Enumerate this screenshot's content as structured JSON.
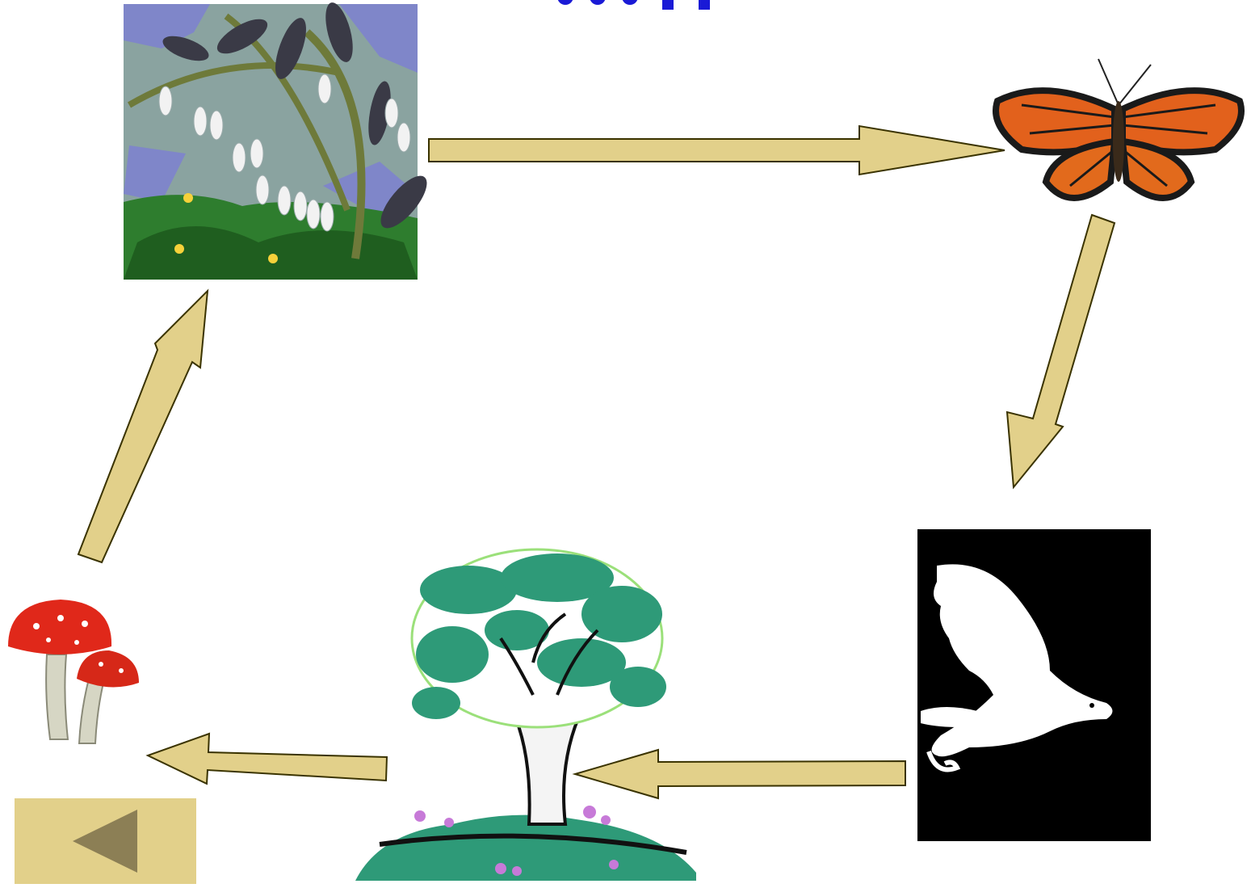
{
  "slide": {
    "colors": {
      "background": "#ffffff",
      "arrow_fill": "#e2d08a",
      "arrow_stroke": "#3a3300",
      "title_color": "#1a1ad6",
      "button_bg": "#e2d08a",
      "button_triangle": "#8c7f55"
    },
    "nodes": [
      {
        "id": "flowers",
        "icon": "lily-of-the-valley-plant-icon"
      },
      {
        "id": "butterfly",
        "icon": "butterfly-icon"
      },
      {
        "id": "bird",
        "icon": "bird-of-prey-icon"
      },
      {
        "id": "tree",
        "icon": "tree-icon"
      },
      {
        "id": "mushroom",
        "icon": "mushroom-icon"
      }
    ],
    "edges": [
      {
        "from": "flowers",
        "to": "butterfly"
      },
      {
        "from": "butterfly",
        "to": "bird"
      },
      {
        "from": "bird",
        "to": "tree"
      },
      {
        "from": "tree",
        "to": "mushroom"
      },
      {
        "from": "mushroom",
        "to": "flowers"
      }
    ],
    "back_button": {
      "icon": "triangle-left-icon"
    }
  }
}
